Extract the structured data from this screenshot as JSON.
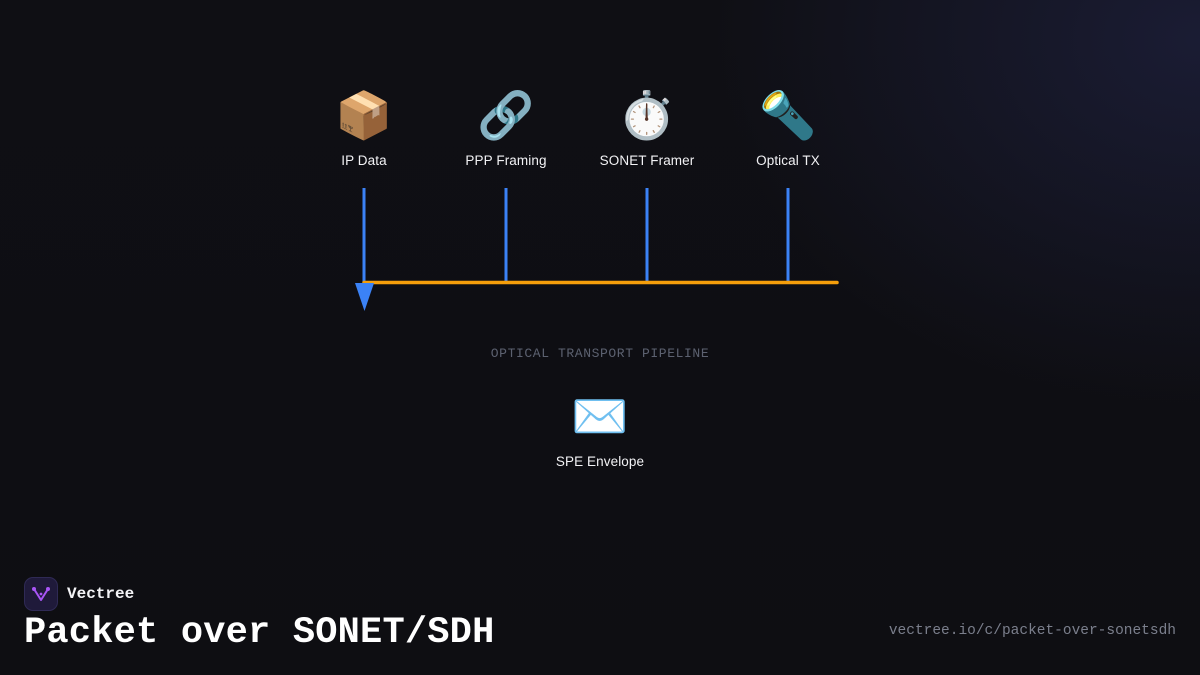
{
  "diagram": {
    "stages": [
      {
        "id": "ip-data",
        "icon": "package-icon",
        "glyph": "📦",
        "label": "IP Data"
      },
      {
        "id": "ppp-framing",
        "icon": "link-icon",
        "glyph": "🔗",
        "label": "PPP Framing"
      },
      {
        "id": "sonet-framer",
        "icon": "stopwatch-icon",
        "glyph": "⏱️",
        "label": "SONET Framer"
      },
      {
        "id": "optical-tx",
        "icon": "flashlight-icon",
        "glyph": "🔦",
        "label": "Optical TX"
      }
    ],
    "pipeline_caption": "OPTICAL TRANSPORT PIPELINE",
    "output": {
      "icon": "envelope-icon",
      "glyph": "✉️",
      "label": "SPE Envelope"
    },
    "colors": {
      "connector": "#3b82f6",
      "bus": "#f59e0b",
      "arrow": "#3b82f6"
    }
  },
  "brand": {
    "name": "Vectree",
    "logo_icon": "vectree-logo-icon",
    "logo_color": "#a855f7"
  },
  "page": {
    "title": "Packet over SONET/SDH",
    "url": "vectree.io/c/packet-over-sonetsdh"
  }
}
